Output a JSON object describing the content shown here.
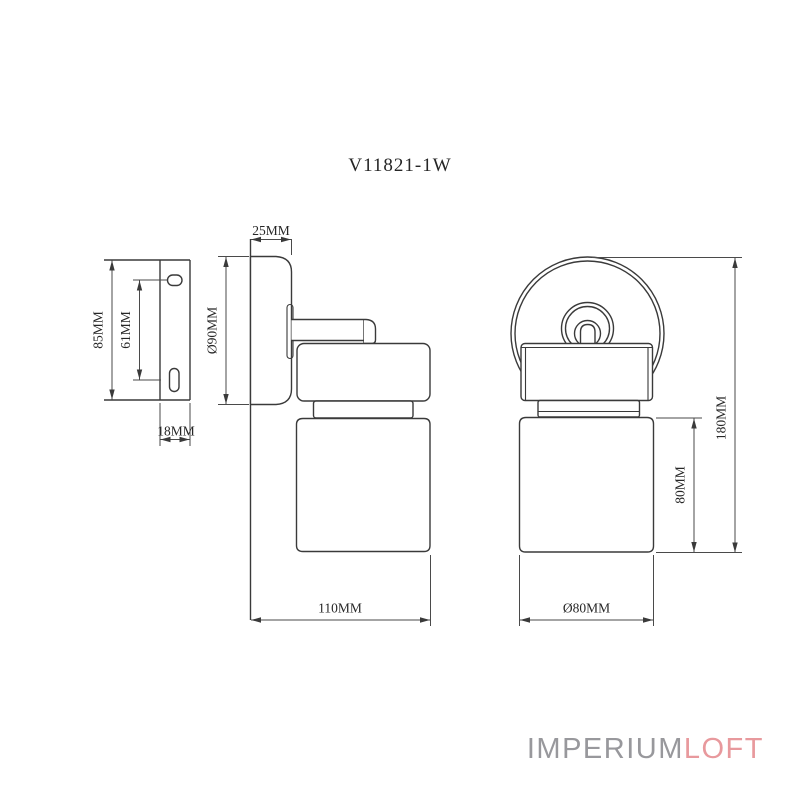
{
  "drawing": {
    "title": "V11821-1W",
    "views": {
      "bracket": {
        "height": "85MM",
        "slot_spacing": "61MM",
        "depth": "18MM"
      },
      "side": {
        "plate_depth": "25MM",
        "plate_diameter": "Ø90MM",
        "total_depth": "110MM"
      },
      "front": {
        "shade_height": "80MM",
        "total_height": "180MM",
        "shade_diameter": "Ø80MM"
      }
    },
    "colors": {
      "line": "#3a3a3a",
      "dimension": "#4a4a4a",
      "text": "#262626",
      "background": "#ffffff"
    }
  },
  "logo": {
    "gray_text": "IMPERIUM",
    "pink_text": "LOFT",
    "gray_color": "#98989c",
    "pink_color": "#e8999d"
  }
}
